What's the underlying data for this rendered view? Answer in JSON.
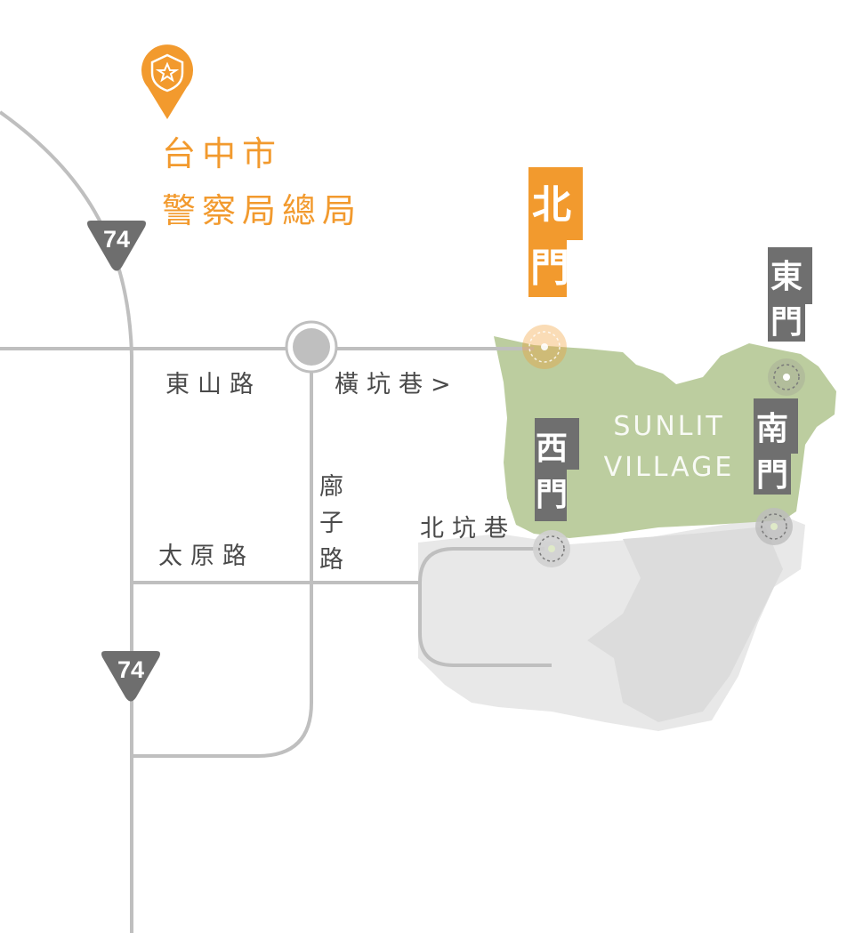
{
  "police": {
    "line1": "台中市",
    "line2": "警察局總局",
    "icon": "police-badge-pin-icon",
    "color": "#f29a2e"
  },
  "highway": {
    "number_top": "74",
    "number_bottom": "74",
    "color": "#6e6e6e"
  },
  "roads": {
    "dongshan": "東山路",
    "henggang": "橫坑巷>",
    "langzi": [
      "廍",
      "子",
      "路"
    ],
    "beigang": "北坑巷",
    "taiyuan": "太原路"
  },
  "village": {
    "line1": "SUNLIT",
    "line2": "VILLAGE",
    "color": "#bccd9f"
  },
  "gates": {
    "north": [
      "北",
      "門"
    ],
    "east": [
      "東",
      "門"
    ],
    "west": [
      "西",
      "門"
    ],
    "south": [
      "南",
      "門"
    ],
    "north_color": "#f29a2e",
    "other_color": "#6f6f6f"
  },
  "colors": {
    "road": "#bfbfbf",
    "terrain": "#e6e6e6",
    "terrain_dark": "#d9d9d9"
  }
}
